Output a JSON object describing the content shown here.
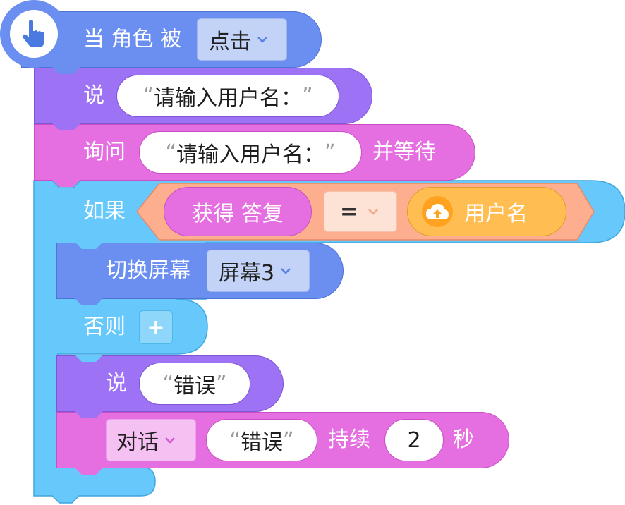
{
  "hat": {
    "prefix": "当 角色 被",
    "event": "点击",
    "icon": "hand-pointer-icon"
  },
  "say1": {
    "label": "说",
    "text": "请输入用户名："
  },
  "ask": {
    "label": "询问",
    "text": "请输入用户名：",
    "suffix": "并等待"
  },
  "if_block": {
    "label": "如果",
    "left": "获得 答复",
    "operator": "=",
    "variable": "用户名",
    "variable_icon": "cloud-upload-icon"
  },
  "switch": {
    "label": "切换屏幕",
    "value": "屏幕3"
  },
  "else": {
    "label": "否则",
    "add": "+"
  },
  "say2": {
    "label": "说",
    "text": "错误"
  },
  "dialog": {
    "type": "对话",
    "text": "错误",
    "duration_prefix": "持续",
    "duration": "2",
    "unit": "秒"
  },
  "colors": {
    "events": "#6b8ff0",
    "looks": "#9d72f5",
    "sensing": "#e56fe0",
    "control": "#67c9fb",
    "operators": "#fcae8e",
    "variables": "#ffbd52"
  }
}
